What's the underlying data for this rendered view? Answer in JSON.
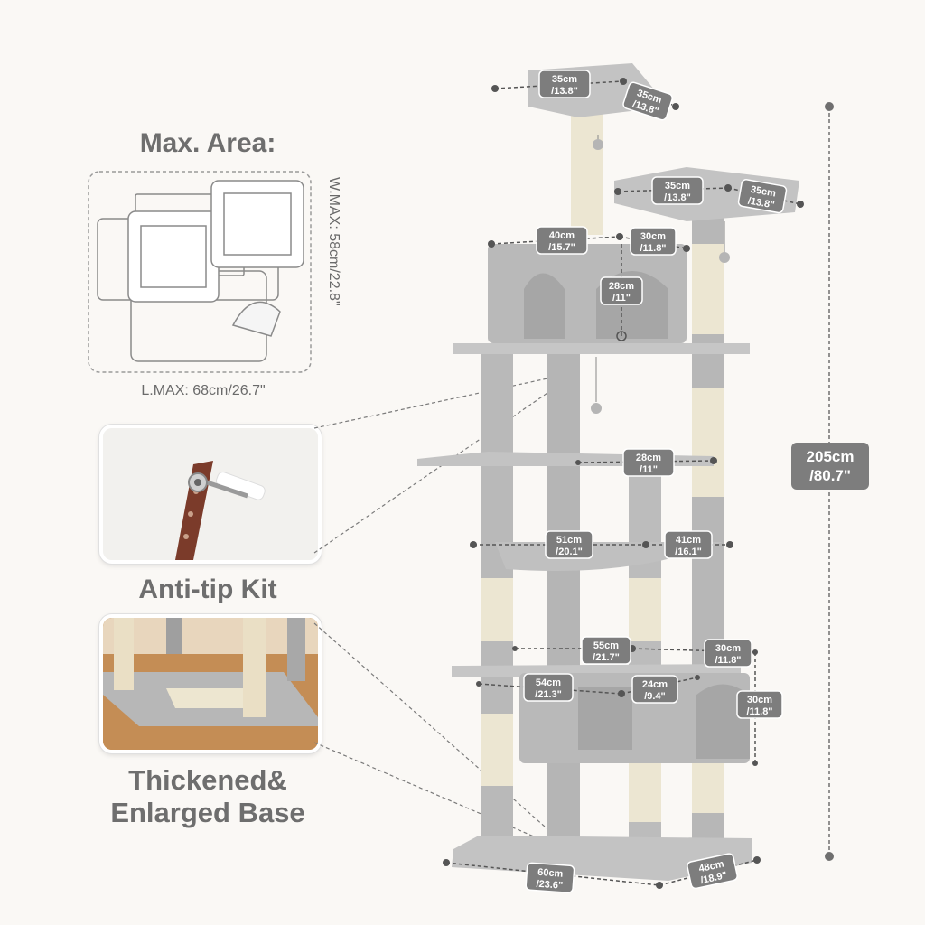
{
  "area": {
    "title": "Max. Area:",
    "length_label": "L.MAX: 68cm/26.7\"",
    "width_label": "W.MAX: 58cm/22.8\""
  },
  "features": {
    "anti_tip": "Anti-tip Kit",
    "base_line1": "Thickened&",
    "base_line2": "Enlarged Base"
  },
  "height": {
    "cm": "205cm",
    "inch": "/80.7\""
  },
  "dimensions": {
    "top_perch_width": {
      "cm": "35cm",
      "inch": "/13.8\""
    },
    "top_perch_depth": {
      "cm": "35cm",
      "inch": "/13.8\""
    },
    "second_perch_width": {
      "cm": "35cm",
      "inch": "/13.8\""
    },
    "second_perch_depth": {
      "cm": "35cm",
      "inch": "/13.8\""
    },
    "condo_width": {
      "cm": "40cm",
      "inch": "/15.7\""
    },
    "condo_depth": {
      "cm": "30cm",
      "inch": "/11.8\""
    },
    "condo_height": {
      "cm": "28cm",
      "inch": "/11\""
    },
    "small_perch": {
      "cm": "28cm",
      "inch": "/11\""
    },
    "hammock_width": {
      "cm": "51cm",
      "inch": "/20.1\""
    },
    "hammock_depth": {
      "cm": "41cm",
      "inch": "/16.1\""
    },
    "lower_platform_width": {
      "cm": "55cm",
      "inch": "/21.7\""
    },
    "lower_platform_depth": {
      "cm": "30cm",
      "inch": "/11.8\""
    },
    "lower_condo_width": {
      "cm": "54cm",
      "inch": "/21.3\""
    },
    "lower_condo_depth": {
      "cm": "24cm",
      "inch": "/9.4\""
    },
    "lower_condo_height": {
      "cm": "30cm",
      "inch": "/11.8\""
    },
    "base_width": {
      "cm": "60cm",
      "inch": "/23.6\""
    },
    "base_depth": {
      "cm": "48cm",
      "inch": "/18.9\""
    }
  },
  "colors": {
    "plush": "#bdbdbd",
    "sisal": "#ece6d2",
    "label_bg": "#7d7d7d",
    "text": "#6e6e6e"
  }
}
